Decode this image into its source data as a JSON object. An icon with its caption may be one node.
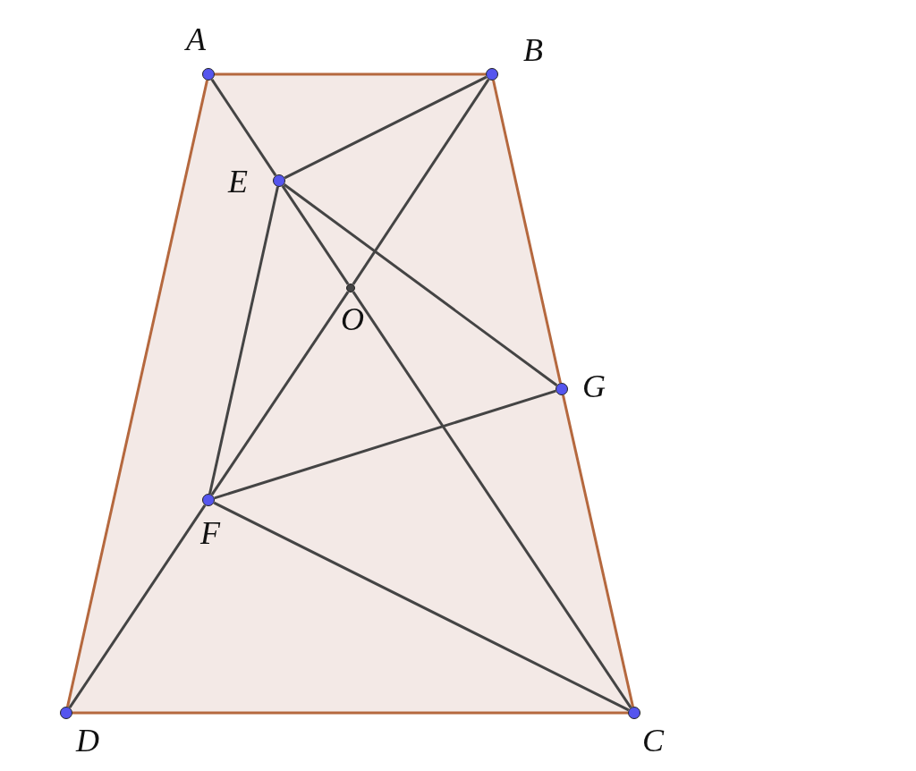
{
  "diagram": {
    "nodes": [
      {
        "text": [
          "A"
        ]
      },
      {
        "text": [
          "B"
        ]
      },
      {
        "text": [
          "E"
        ]
      },
      {
        "text": [
          "O"
        ]
      },
      {
        "text": [
          "G"
        ]
      },
      {
        "text": [
          "F"
        ]
      },
      {
        "text": [
          "D"
        ]
      },
      {
        "text": [
          "C"
        ]
      }
    ],
    "edges": [
      {
        "from": 0,
        "to": 1,
        "arrow": "none",
        "color": "#b5683e"
      },
      {
        "from": 1,
        "to": 4,
        "arrow": "none",
        "color": "#b5683e"
      },
      {
        "from": 4,
        "to": 7,
        "arrow": "none",
        "color": "#b5683e"
      },
      {
        "from": 7,
        "to": 6,
        "arrow": "none",
        "color": "#b5683e"
      },
      {
        "from": 6,
        "to": 0,
        "arrow": "none",
        "color": "#b5683e"
      },
      {
        "from": 0,
        "to": 2,
        "arrow": "none"
      },
      {
        "from": 2,
        "to": 3,
        "arrow": "none"
      },
      {
        "from": 3,
        "to": 7,
        "arrow": "none"
      },
      {
        "from": 1,
        "to": 3,
        "arrow": "none"
      },
      {
        "from": 3,
        "to": 5,
        "arrow": "none"
      },
      {
        "from": 5,
        "to": 6,
        "arrow": "none"
      },
      {
        "from": 2,
        "to": 1,
        "arrow": "none"
      },
      {
        "from": 2,
        "to": 4,
        "arrow": "none"
      },
      {
        "from": 2,
        "to": 5,
        "arrow": "none"
      },
      {
        "from": 5,
        "to": 4,
        "arrow": "none"
      },
      {
        "from": 5,
        "to": 7,
        "arrow": "none"
      }
    ]
  }
}
